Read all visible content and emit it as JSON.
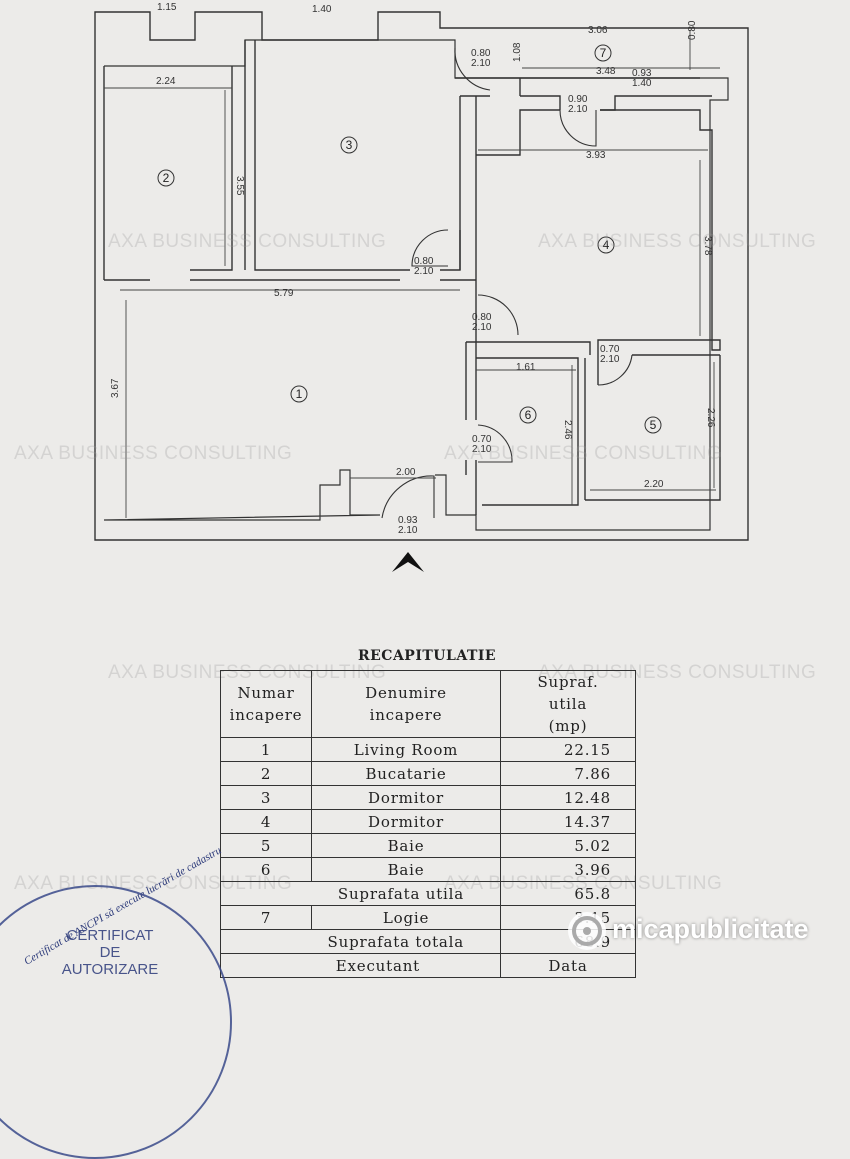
{
  "plan": {
    "rooms": [
      {
        "num": "1"
      },
      {
        "num": "2"
      },
      {
        "num": "3"
      },
      {
        "num": "4"
      },
      {
        "num": "5"
      },
      {
        "num": "6"
      },
      {
        "num": "7"
      }
    ],
    "dimensions": [
      "1.15",
      "1.40",
      "3.06",
      "0.80",
      "2.10",
      "1.08",
      "0.80",
      "2.24",
      "3.48",
      "0.93",
      "1.40",
      "0.90",
      "2.10",
      "3.55",
      "3.93",
      "3.78",
      "0.80",
      "2.10",
      "5.79",
      "0.80",
      "2.10",
      "0.70",
      "2.10",
      "1.61",
      "3.67",
      "2.46",
      "2.26",
      "0.70",
      "2.10",
      "2.00",
      "2.20",
      "0.93",
      "2.10"
    ]
  },
  "watermark": "AXA BUSINESS CONSULTING",
  "recap": {
    "title": "RECAPITULATIE",
    "headers": [
      "Numar\nincapere",
      "Denumire\nincapere",
      "Supraf.\nutila\n(mp)"
    ],
    "rows": [
      {
        "num": "1",
        "name": "Living Room",
        "area": "22.15"
      },
      {
        "num": "2",
        "name": "Bucatarie",
        "area": "7.86"
      },
      {
        "num": "3",
        "name": "Dormitor",
        "area": "12.48"
      },
      {
        "num": "4",
        "name": "Dormitor",
        "area": "14.37"
      },
      {
        "num": "5",
        "name": "Baie",
        "area": "5.02"
      },
      {
        "num": "6",
        "name": "Baie",
        "area": "3.96"
      }
    ],
    "subtotal_label": "Suprafata utila",
    "subtotal_value": "65.8",
    "logie": {
      "num": "7",
      "name": "Logie",
      "area": "3.15"
    },
    "total_label": "Suprafata totala",
    "total_value": "68.9",
    "footer": [
      "Executant",
      "Data"
    ]
  },
  "stamp": {
    "arc_text": "Certificat de ANCPI să execute lucrări de cadastru",
    "line1": "CERTIFICAT",
    "line2": "DE",
    "line3": "AUTORIZARE"
  },
  "brand": {
    "name": "micapublicitate"
  }
}
